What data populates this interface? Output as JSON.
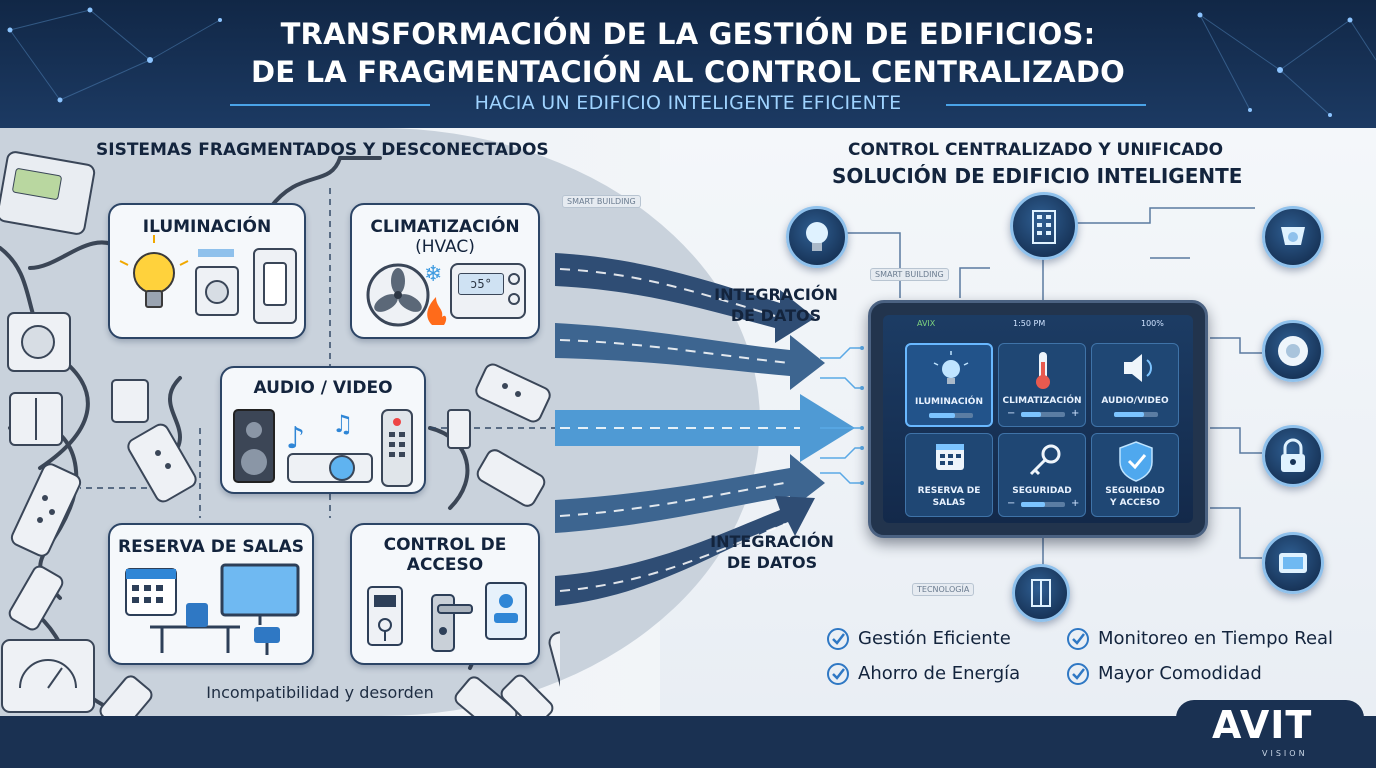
{
  "header": {
    "title_line1": "TRANSFORMACIÓN DE LA GESTIÓN DE EDIFICIOS:",
    "title_line2": "DE LA FRAGMENTACIÓN AL CONTROL CENTRALIZADO",
    "subtitle": "HACIA UN EDIFICIO INTELIGENTE EFICIENTE"
  },
  "left": {
    "section_title": "SISTEMAS FRAGMENTADOS Y DESCONECTADOS",
    "boxes": {
      "lighting": "ILUMINACIÓN",
      "hvac_line1": "CLIMATIZACIÓN",
      "hvac_line2": "(HVAC)",
      "audio_video": "AUDIO / VIDEO",
      "room_booking": "RESERVA DE SALAS",
      "access_line1": "CONTROL DE",
      "access_line2": "ACCESO"
    },
    "footnote": "Incompatibilidad y desorden",
    "thermostat_text": "ɔ5°"
  },
  "middle": {
    "integration_top_line1": "INTEGRACIÓN",
    "integration_top_line2": "DE DATOS",
    "integration_bottom_line1": "INTEGRACIÓN",
    "integration_bottom_line2": "DE DATOS",
    "tag_smart_building": "SMART BUILDING"
  },
  "right": {
    "title_line1": "CONTROL CENTRALIZADO Y UNIFICADO",
    "title_line2": "SOLUCIÓN DE EDIFICIO INTELIGENTE",
    "tag_smart_building": "SMART BUILDING",
    "tag_tecnologia": "TECNOLOGÍA",
    "tablet": {
      "status_left": "AVIX",
      "status_time": "1:50 PM",
      "status_battery": "100%",
      "tiles": {
        "lighting": "ILUMINACIÓN",
        "climate": "CLIMATIZACIÓN",
        "audio": "AUDIO/VIDEO",
        "rooms_line1": "RESERVA DE",
        "rooms_line2": "SALAS",
        "security": "SEGURIDAD",
        "access_line1": "SEGURIDAD",
        "access_line2": "Y ACCESO"
      },
      "minus": "−",
      "plus": "+"
    },
    "benefits": {
      "b1": "Gestión Eficiente",
      "b2": "Monitoreo en Tiempo Real",
      "b3": "Ahorro de Energía",
      "b4": "Mayor Comodidad"
    }
  },
  "footer": {
    "logo": "AVIT",
    "logo_sub": "VISION"
  },
  "colors": {
    "navy": "#1a3152",
    "accent": "#4aa3e8",
    "box_border": "#2c4566",
    "check": "#2f78c4"
  }
}
